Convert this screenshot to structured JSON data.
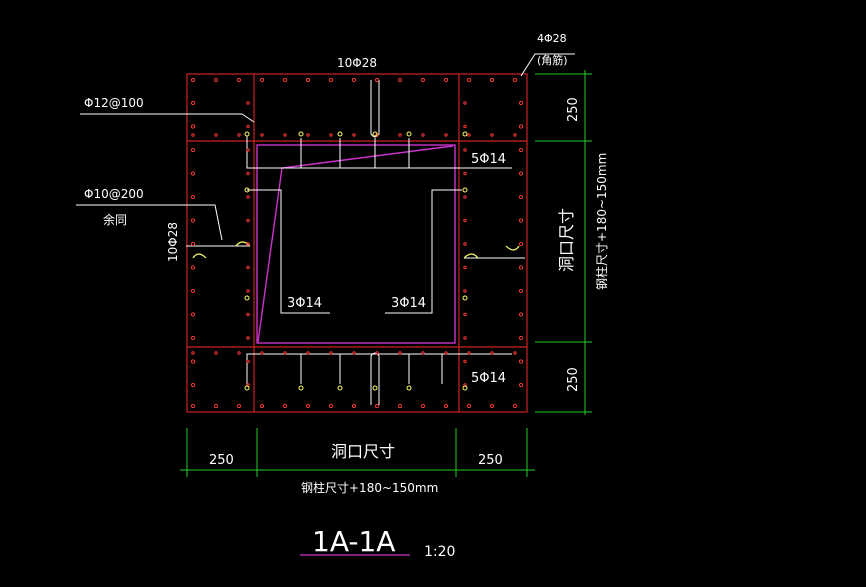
{
  "colors": {
    "background": "#000000",
    "outline": "#cc2222",
    "rebar_text": "#ffffff",
    "opening": "#cc33cc",
    "dimension": "#22cc22",
    "dots": "#ff3333",
    "stirrup_hook": "#ffff66",
    "title_underline": "#cc33cc"
  },
  "labels": {
    "top_bars": "10Φ28",
    "corner_bars": "4Φ28",
    "corner_note": "(角筋)",
    "stirrup": "Φ12@100",
    "tie": "Φ10@200",
    "tie_note": "余同",
    "side_bars": "10Φ28",
    "top_inner_bars": "5Φ14",
    "bottom_inner_bars": "5Φ14",
    "left_inner_bars": "3Φ14",
    "right_inner_bars": "3Φ14"
  },
  "dimensions": {
    "top_right": "250",
    "bottom_right": "250",
    "right_middle": "洞口尺寸",
    "right_overall": "钢柱尺寸+180~150mm",
    "bottom_left": "250",
    "bottom_middle": "洞口尺寸",
    "bottom_right_seg": "250",
    "bottom_overall": "钢柱尺寸+180~150mm"
  },
  "title": {
    "name": "1A-1A",
    "scale": "1:20"
  }
}
